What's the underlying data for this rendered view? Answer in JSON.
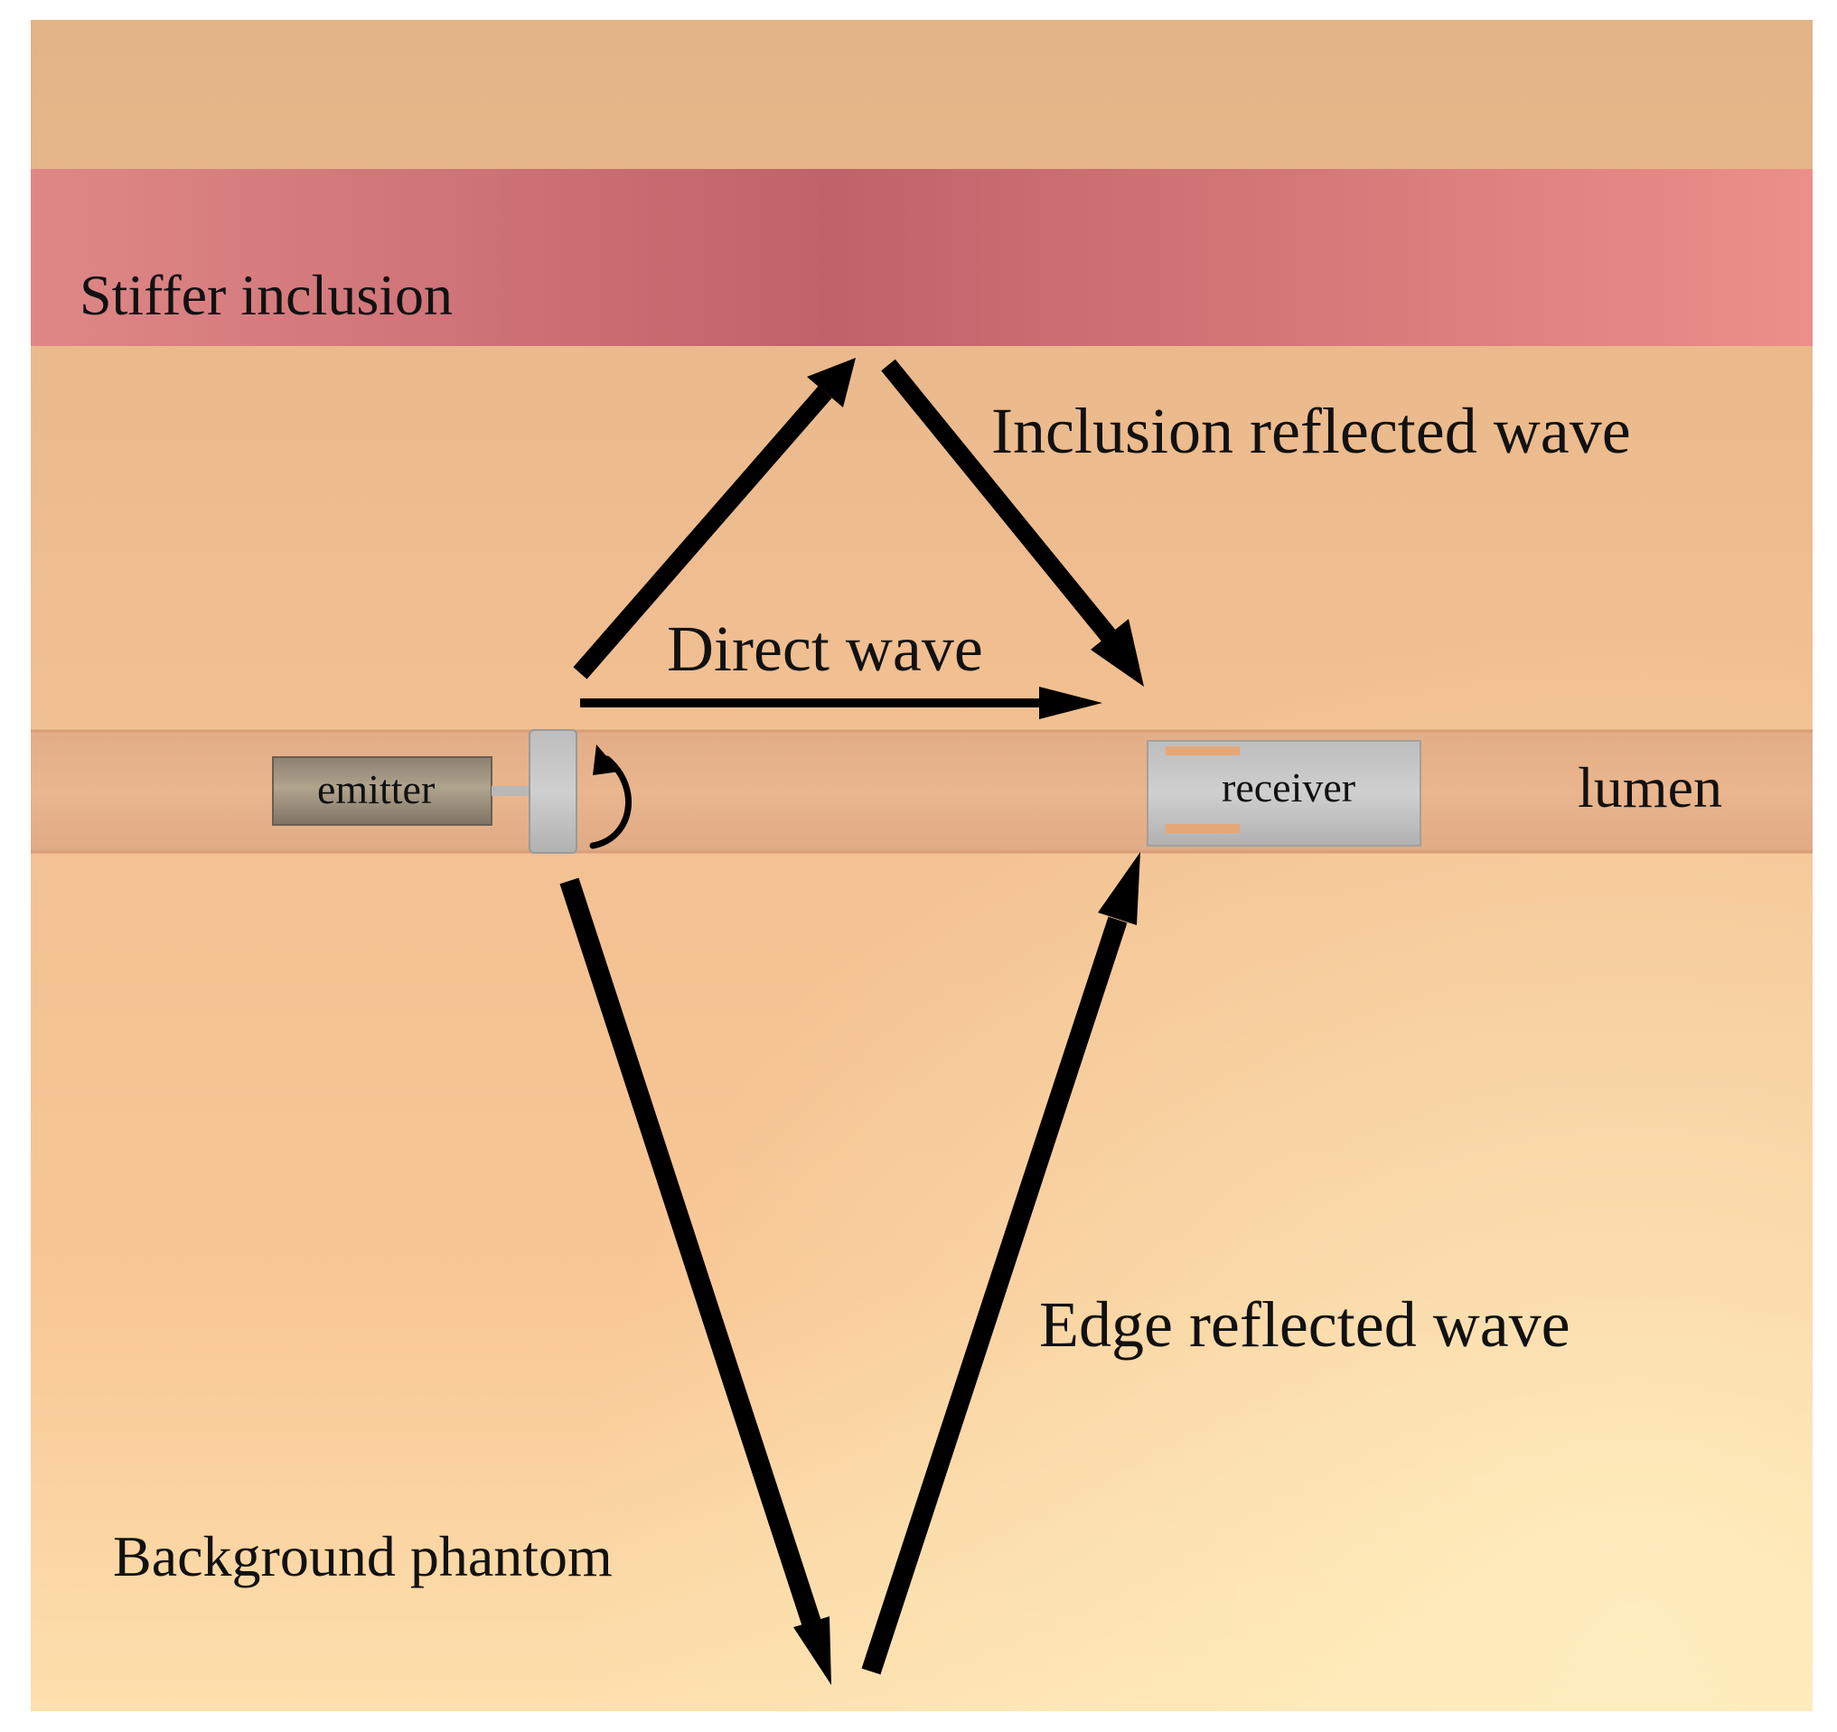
{
  "labels": {
    "stiffer_inclusion": "Stiffer inclusion",
    "inclusion_reflected_wave": "Inclusion reflected wave",
    "direct_wave": "Direct wave",
    "emitter": "emitter",
    "receiver": "receiver",
    "lumen": "lumen",
    "edge_reflected_wave": "Edge reflected wave",
    "background_phantom": "Background phantom"
  },
  "colors": {
    "phantom": "#f6c79a",
    "inclusion": "#c96b6f",
    "lumen": "#eab68e",
    "arrow": "#000000",
    "device": "#c2c2c2"
  },
  "icons": {
    "rotation": "rotation-arrow-icon"
  }
}
